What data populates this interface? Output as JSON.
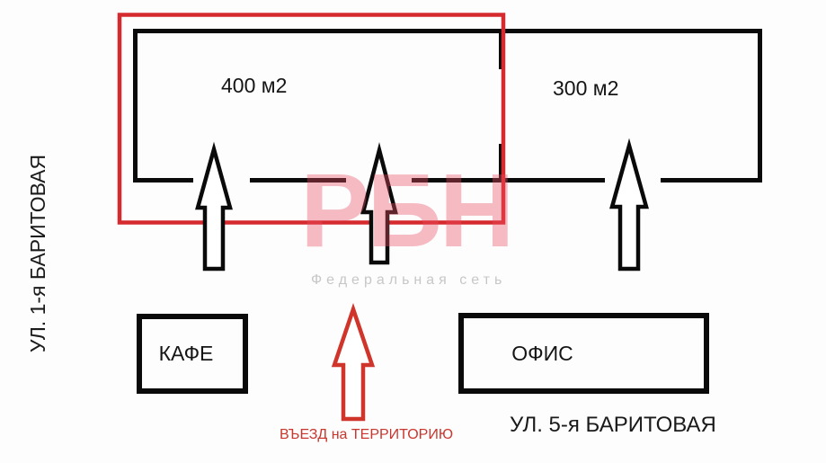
{
  "plan": {
    "streets": {
      "left_vertical": "УЛ. 1-я БАРИТОВАЯ",
      "bottom": "УЛ. 5-я БАРИТОВАЯ"
    },
    "units": [
      {
        "area_label": "400 м2",
        "highlighted": true
      },
      {
        "area_label": "300 м2",
        "highlighted": false
      }
    ],
    "buildings": {
      "cafe_label": "КАФЕ",
      "office_label": "ОФИС"
    },
    "entrance": {
      "label": "ВЪЕЗД на ТЕРРИТОРИЮ"
    },
    "watermark": {
      "name": "РБН",
      "tagline": "Федеральная сеть"
    },
    "colors": {
      "outline_black": "#0a0a0a",
      "highlight_red": "#d62b2e",
      "entrance_red": "#d0352b",
      "watermark_pink": "#f2a4b0",
      "watermark_gray": "#c7c7c7"
    }
  }
}
